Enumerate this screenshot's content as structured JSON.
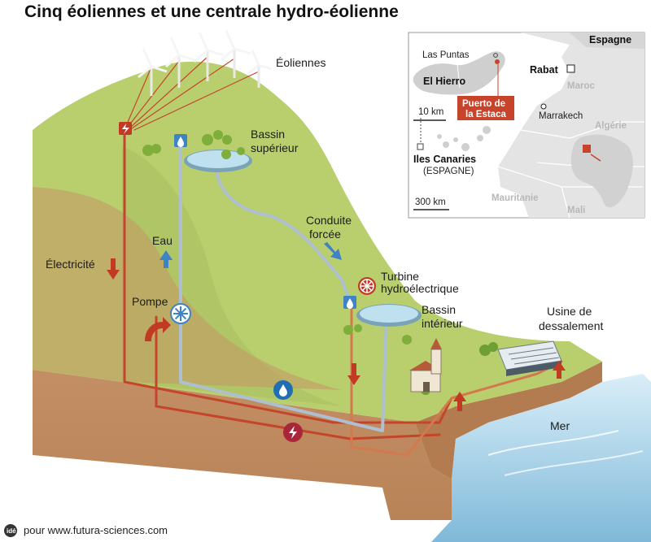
{
  "title": "Cinq éoliennes et une centrale hydro-éolienne",
  "labels": {
    "eoliennes": "Éoliennes",
    "bassin_superieur_1": "Bassin",
    "bassin_superieur_2": "supérieur",
    "conduite_1": "Conduite",
    "conduite_2": "forcée",
    "eau": "Eau",
    "electricite": "Électricité",
    "pompe": "Pompe",
    "turbine_1": "Turbine",
    "turbine_2": "hydroélectrique",
    "bassin_inferieur_1": "Bassin",
    "bassin_inferieur_2": "intérieur",
    "usine_1": "Usine de",
    "usine_2": "dessalement",
    "mer": "Mer"
  },
  "map": {
    "espagne": "Espagne",
    "las_puntas": "Las Puntas",
    "el_hierro": "El Hierro",
    "puerto_1": "Puerto de",
    "puerto_2": "la Estaca",
    "scale_small": "10 km",
    "iles_canaries": "Iles Canaries",
    "espagne_paren": "(ESPAGNE)",
    "scale_large": "300 km",
    "rabat": "Rabat",
    "maroc": "Maroc",
    "marrakech": "Marrakech",
    "algerie": "Algérie",
    "mauritanie": "Mauritanie",
    "mali": "Mali"
  },
  "credit": "pour www.futura-sciences.com",
  "credit_logo": "idé",
  "colors": {
    "grass": "#b9cf6e",
    "soil": "#c8956a",
    "soil_dark": "#a8734a",
    "water": "#8fc6e0",
    "pipe_water": "#aebfd0",
    "pipe_elec": "#c4452c",
    "arrow_blue": "#3f83c4",
    "arrow_red": "#c23a24",
    "map_land": "#e4e4e4",
    "map_sea": "#ffffff",
    "map_island": "#cfcfcf",
    "map_highlight": "#c7432a"
  },
  "icons": [
    "wind-turbine-icon",
    "lightning-icon",
    "water-drop-icon",
    "turbine-wheel-icon",
    "pump-wheel-icon",
    "church-icon",
    "factory-icon"
  ]
}
